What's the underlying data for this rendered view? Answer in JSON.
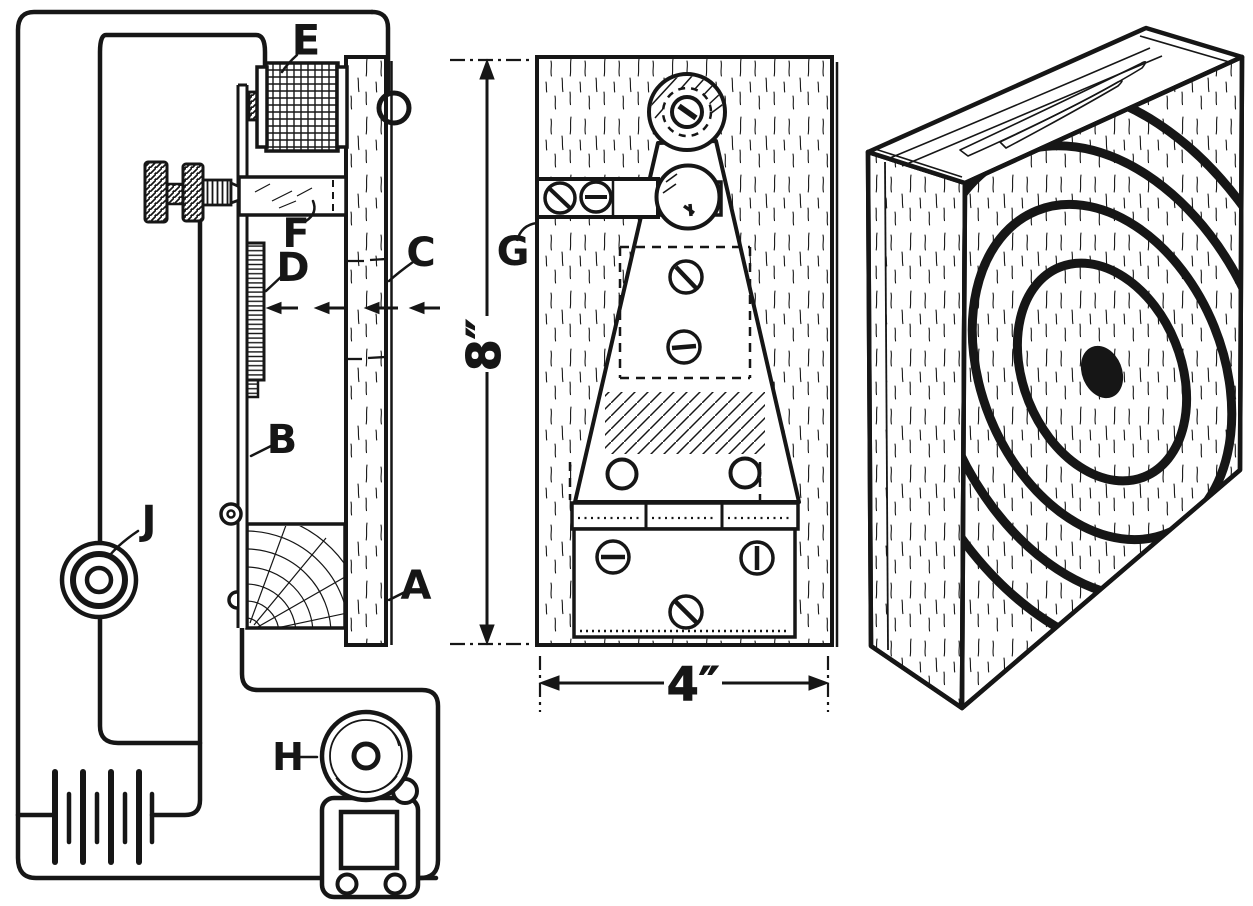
{
  "figure": {
    "ink": "#161616",
    "paper": "#ffffff",
    "panels": {
      "circuit": {
        "labels": {
          "coil": "E",
          "bracket": "F",
          "slide": "C",
          "contact_strip": "D",
          "armature": "B",
          "binding_post": "J",
          "upright_board": "A",
          "bell": "H"
        }
      },
      "front_view": {
        "labels": {
          "contact_arm": "G"
        },
        "dim_height": "8″",
        "dim_width": "4″"
      }
    }
  }
}
